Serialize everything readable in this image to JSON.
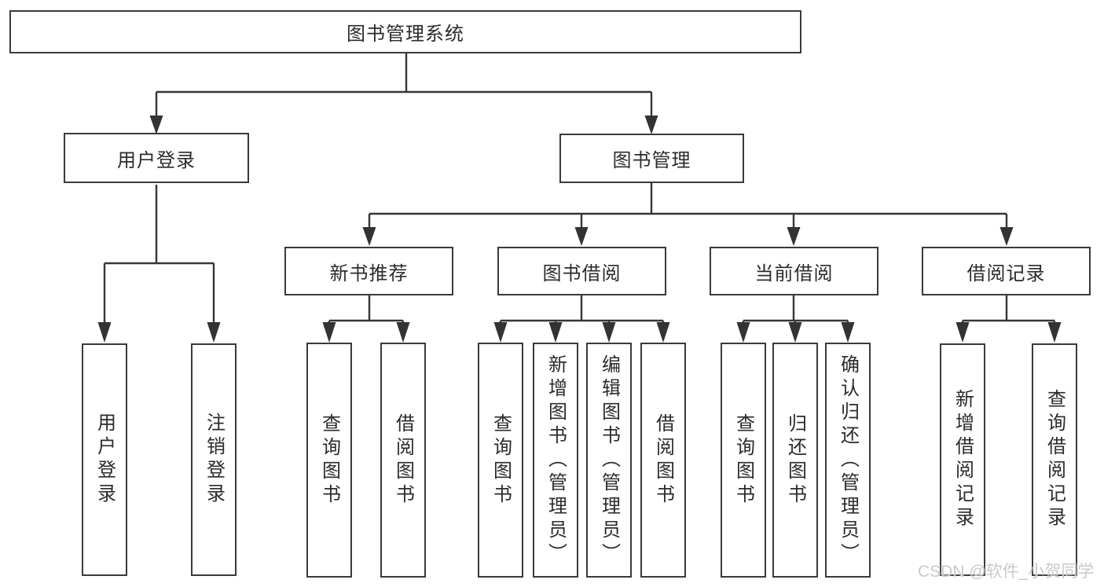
{
  "diagram_type": "hierarchy-tree",
  "colors": {
    "line": "#363636",
    "box_border": "#3a3a3a",
    "box_fill": "#ffffff",
    "text": "#2b2b2b",
    "watermark": "#c9c9c9",
    "background": "#ffffff"
  },
  "tree": {
    "label": "图书管理系统",
    "children": [
      {
        "label": "用户登录",
        "children": [
          {
            "label": "用户登录"
          },
          {
            "label": "注销登录"
          }
        ]
      },
      {
        "label": "图书管理",
        "children": [
          {
            "label": "新书推荐",
            "children": [
              {
                "label": "查询图书"
              },
              {
                "label": "借阅图书"
              }
            ]
          },
          {
            "label": "图书借阅",
            "children": [
              {
                "label": "查询图书"
              },
              {
                "label": "新增图书（管理员）"
              },
              {
                "label": "编辑图书（管理员）"
              },
              {
                "label": "借阅图书"
              }
            ]
          },
          {
            "label": "当前借阅",
            "children": [
              {
                "label": "查询图书"
              },
              {
                "label": "归还图书"
              },
              {
                "label": "确认归还（管理员）"
              }
            ]
          },
          {
            "label": "借阅记录",
            "children": [
              {
                "label": "新增借阅记录"
              },
              {
                "label": "查询借阅记录"
              }
            ]
          }
        ]
      }
    ]
  },
  "watermark": {
    "text": "CSDN @软件_小贺同学"
  }
}
